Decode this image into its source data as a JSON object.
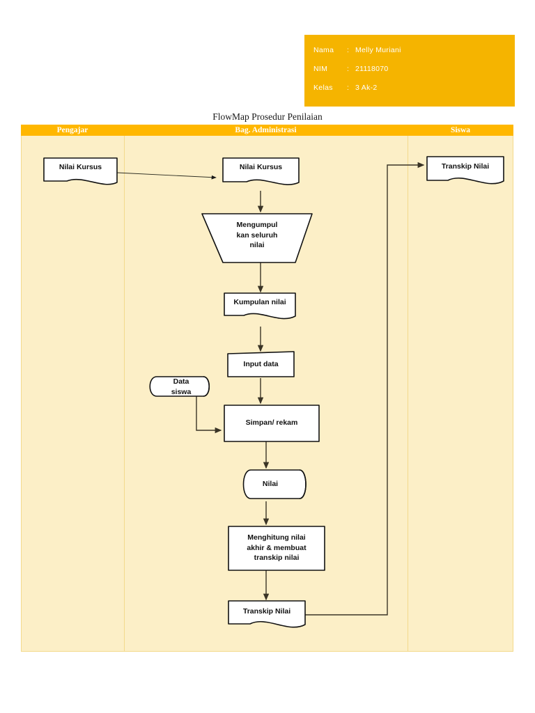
{
  "student_info": {
    "rows": [
      {
        "label": "Nama",
        "sep": ":",
        "value": "Melly Muriani"
      },
      {
        "label": "NIM",
        "sep": ":",
        "value": "21118070"
      },
      {
        "label": "Kelas",
        "sep": ":",
        "value": "3 Ak-2"
      }
    ],
    "background_color": "#F5B400",
    "text_color": "#FFFFFF"
  },
  "diagram": {
    "title": "FlowMap Prosedur Penilaian",
    "header_band_color": "#FFB700",
    "lane_background_color": "#FCEFC7",
    "lane_border_color": "#F3D98C",
    "shape_fill": "#FFFFFF",
    "shape_stroke": "#111111",
    "lanes": [
      {
        "label": "Pengajar"
      },
      {
        "label": "Bag. Administrasi"
      },
      {
        "label": "Siswa"
      }
    ],
    "nodes": [
      {
        "id": "nilai-kursus-pengajar",
        "label": "Nilai Kursus",
        "shape": "document",
        "lane": "Pengajar"
      },
      {
        "id": "nilai-kursus-admin",
        "label": "Nilai Kursus",
        "shape": "document",
        "lane": "Bag. Administrasi"
      },
      {
        "id": "mengumpulkan-nilai",
        "label": "Mengumpul\nkan seluruh\nnilai",
        "shape": "manual-operation",
        "lane": "Bag. Administrasi"
      },
      {
        "id": "kumpulan-nilai",
        "label": "Kumpulan nilai",
        "shape": "document",
        "lane": "Bag. Administrasi"
      },
      {
        "id": "input-data",
        "label": "Input data",
        "shape": "parallelogram",
        "lane": "Bag. Administrasi"
      },
      {
        "id": "data-siswa",
        "label": "Data\nsiswa",
        "shape": "database",
        "lane": "Bag. Administrasi"
      },
      {
        "id": "simpan-rekam",
        "label": "Simpan/ rekam",
        "shape": "process",
        "lane": "Bag. Administrasi"
      },
      {
        "id": "nilai-db",
        "label": "Nilai",
        "shape": "database",
        "lane": "Bag. Administrasi"
      },
      {
        "id": "menghitung-nilai",
        "label": "Menghitung nilai\nakhir & membuat\ntranskip nilai",
        "shape": "process",
        "lane": "Bag. Administrasi"
      },
      {
        "id": "transkip-nilai-admin",
        "label": "Transkip Nilai",
        "shape": "document",
        "lane": "Bag. Administrasi"
      },
      {
        "id": "transkip-nilai-siswa",
        "label": "Transkip Nilai",
        "shape": "document",
        "lane": "Siswa"
      }
    ],
    "connectors": [
      {
        "from": "nilai-kursus-pengajar",
        "to": "nilai-kursus-admin",
        "style": "thin-arrow"
      },
      {
        "from": "nilai-kursus-admin",
        "to": "mengumpulkan-nilai",
        "style": "arrow"
      },
      {
        "from": "mengumpulkan-nilai",
        "to": "kumpulan-nilai",
        "style": "arrow"
      },
      {
        "from": "kumpulan-nilai",
        "to": "input-data",
        "style": "arrow"
      },
      {
        "from": "input-data",
        "to": "simpan-rekam",
        "style": "arrow"
      },
      {
        "from": "data-siswa",
        "to": "simpan-rekam",
        "style": "elbow-arrow"
      },
      {
        "from": "simpan-rekam",
        "to": "nilai-db",
        "style": "arrow"
      },
      {
        "from": "nilai-db",
        "to": "menghitung-nilai",
        "style": "arrow"
      },
      {
        "from": "menghitung-nilai",
        "to": "transkip-nilai-admin",
        "style": "arrow"
      },
      {
        "from": "transkip-nilai-admin",
        "to": "transkip-nilai-siswa",
        "style": "elbow-arrow"
      }
    ]
  }
}
